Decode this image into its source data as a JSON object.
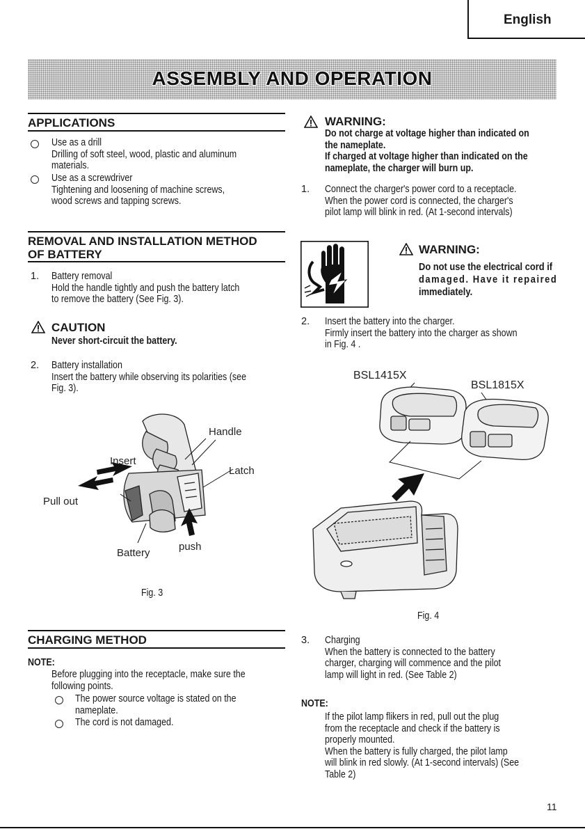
{
  "language": "English",
  "banner_title": "ASSEMBLY AND OPERATION",
  "applications": {
    "heading": "APPLICATIONS",
    "items": [
      {
        "title": "Use as a drill",
        "lines": [
          "Drilling of soft steel, wood, plastic and aluminum",
          "materials."
        ]
      },
      {
        "title": "Use as a screwdriver",
        "lines": [
          "Tightening and loosening of machine screws,",
          "wood screws and tapping screws."
        ]
      }
    ]
  },
  "removal": {
    "heading_line1": "REMOVAL AND INSTALLATION METHOD",
    "heading_line2": "OF BATTERY",
    "step1_num": "1.",
    "step1_title": "Battery removal",
    "step1_lines": [
      "Hold the handle tightly and push the battery latch",
      "to remove the battery (See Fig. 3)."
    ],
    "caution_title": "CAUTION",
    "caution_text": "Never short-circuit the battery.",
    "step2_num": "2.",
    "step2_title": "Battery installation",
    "step2_lines": [
      "Insert the battery while observing its polarities (see",
      "Fig. 3)."
    ]
  },
  "fig3": {
    "label_handle": "Handle",
    "label_insert": "Insert",
    "label_latch": "Latch",
    "label_pull_out": "Pull out",
    "label_battery": "Battery",
    "label_push": "push",
    "caption": "Fig. 3"
  },
  "charging": {
    "heading": "CHARGING METHOD",
    "note_label": "NOTE:",
    "note_lines": [
      "Before plugging into the receptacle, make sure the",
      "following points."
    ],
    "items": [
      {
        "lines": [
          "The power source voltage is stated on the",
          "nameplate."
        ]
      },
      {
        "lines": [
          "The cord is not damaged."
        ]
      }
    ]
  },
  "warning1": {
    "title": "WARNING:",
    "lines": [
      "Do not charge at voltage higher than indicated on",
      "the nameplate.",
      "If charged at voltage higher than indicated on the",
      "nameplate, the charger will burn up."
    ]
  },
  "step_connect": {
    "num": "1.",
    "lines": [
      "Connect the charger's power cord to a receptacle.",
      "When the power cord is connected, the charger's",
      "pilot lamp will blink in red. (At 1-second intervals)"
    ]
  },
  "warning2": {
    "title": "WARNING:",
    "lines": [
      "Do not use the electrical cord if",
      "damaged. Have it repaired",
      "immediately."
    ]
  },
  "step_insert": {
    "num": "2.",
    "lines": [
      "Insert the battery into the charger.",
      "Firmly insert the battery into the charger as shown",
      "in Fig. 4 ."
    ]
  },
  "fig4": {
    "label_left": "BSL1415X",
    "label_right": "BSL1815X",
    "caption": "Fig. 4"
  },
  "step_charging": {
    "num": "3.",
    "title": "Charging",
    "lines": [
      "When the battery is connected to the battery",
      "charger, charging will commence and the pilot",
      "lamp will light in red. (See Table 2)"
    ]
  },
  "note2": {
    "label": "NOTE:",
    "lines": [
      "If the pilot lamp flikers in red, pull out the plug",
      "from the receptacle and check if the battery is",
      "properly mounted.",
      "When the battery is fully charged, the pilot lamp",
      "will blink in red slowly. (At 1-second intervals) (See",
      "Table 2)"
    ]
  },
  "page_number": "11"
}
